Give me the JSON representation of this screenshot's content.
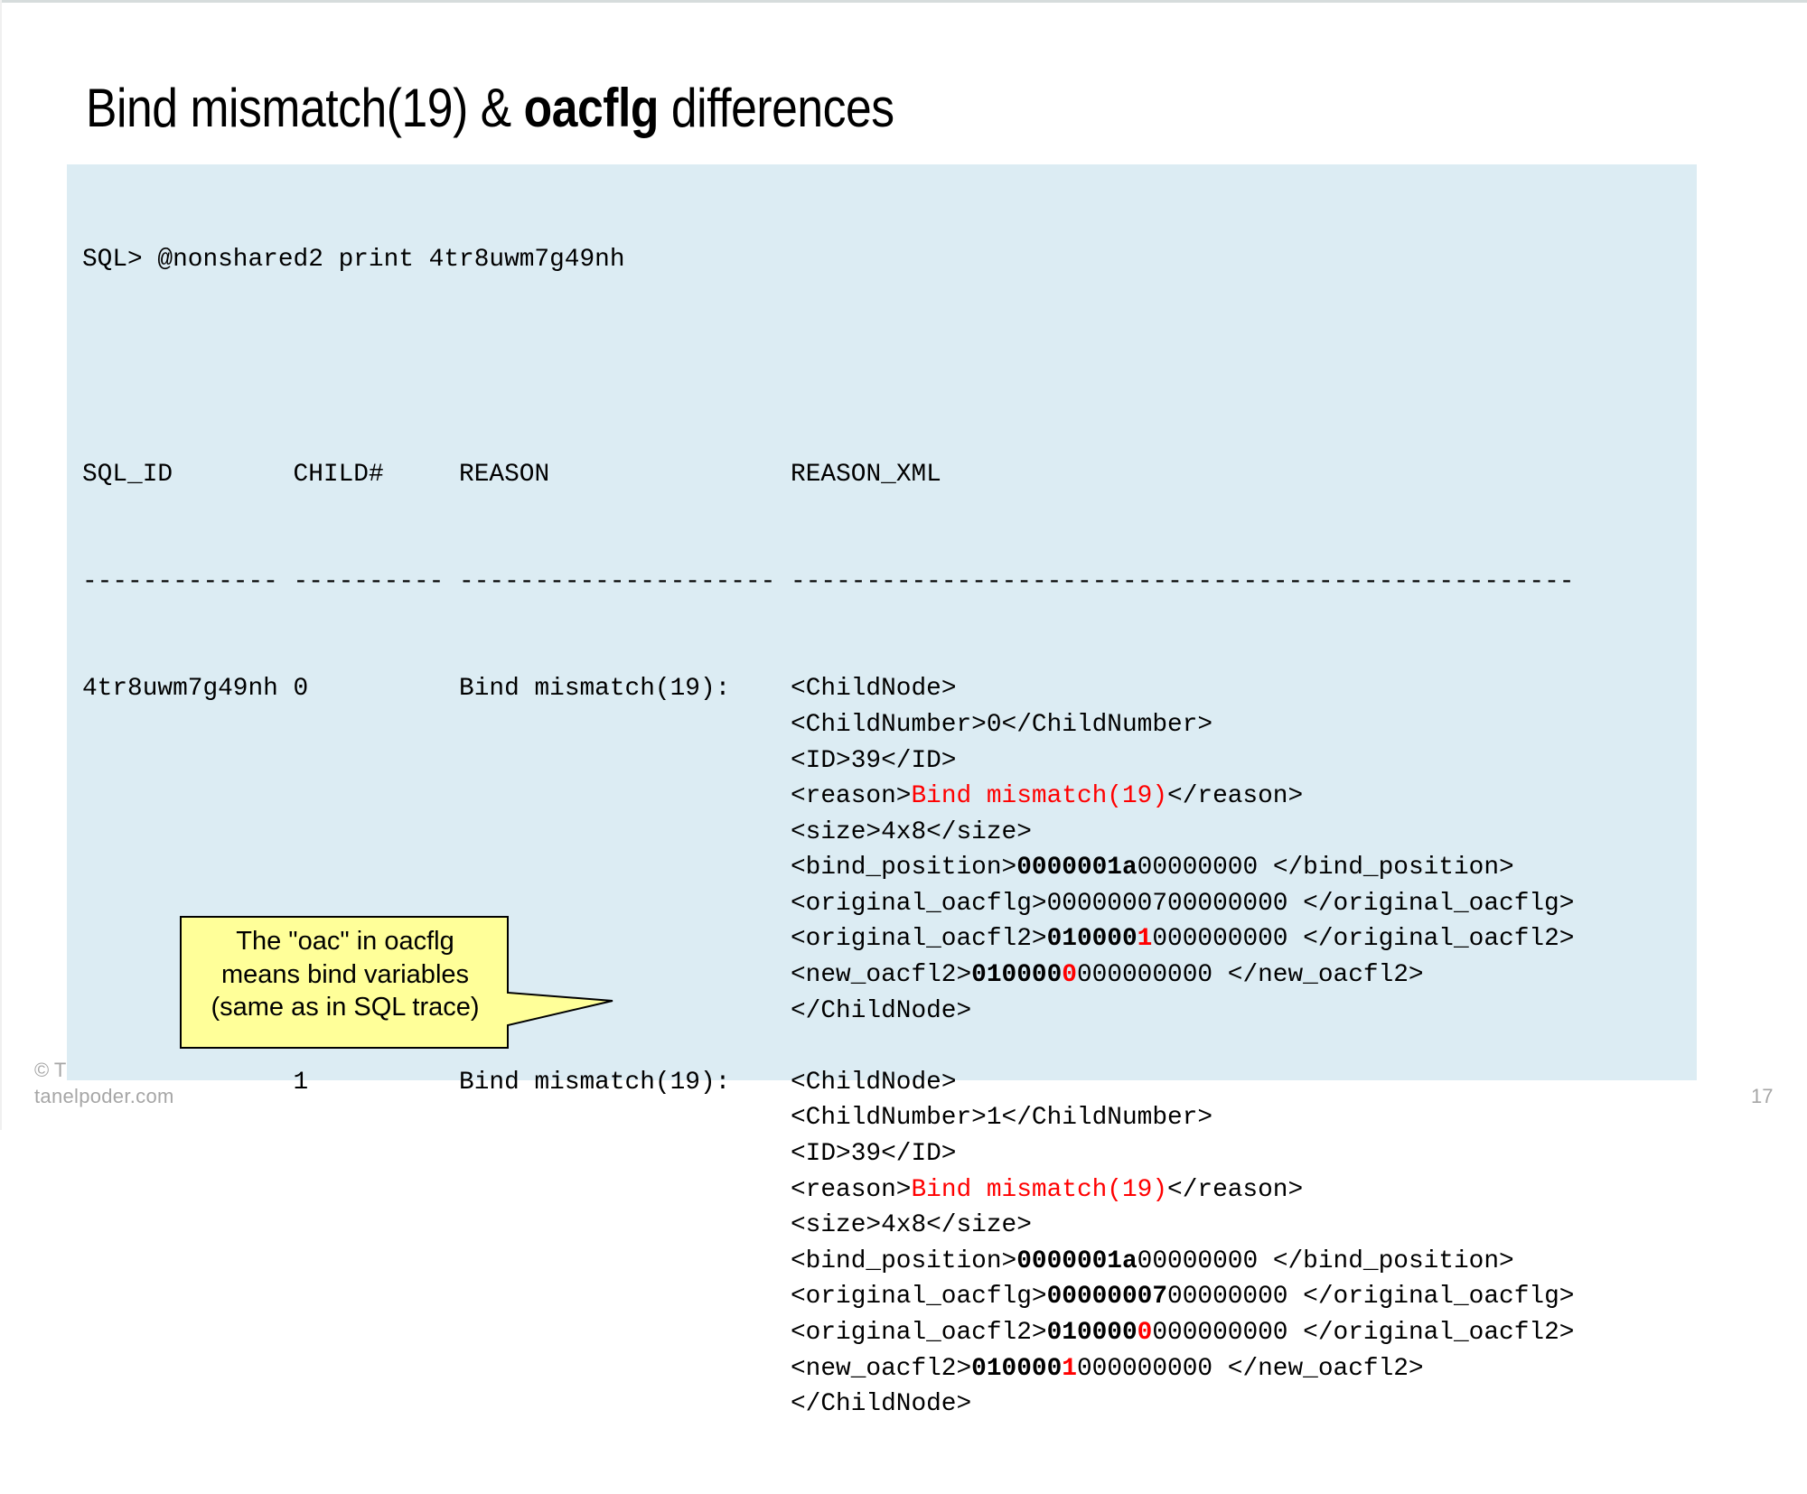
{
  "slide": {
    "title_parts": {
      "prefix": "Bind mismatch(19) & ",
      "bold": "oacflg",
      "suffix": " differences"
    },
    "footer": {
      "copyright": "© T",
      "site": "tanelpoder.com",
      "page_number": "17"
    },
    "callout": {
      "lines": [
        "The \"oac\" in oacflg",
        "means bind variables",
        "(same as in SQL trace)"
      ],
      "fill_color": "#ffff99"
    },
    "colors": {
      "code_background": "#dcecf3",
      "highlight": "#ff0000"
    }
  },
  "code": {
    "prompt_line": "SQL> @nonshared2 print 4tr8uwm7g49nh",
    "header": {
      "sql_id": "SQL_ID",
      "child": "CHILD#",
      "reason": "REASON",
      "reason_xml": "REASON_XML"
    },
    "separator": {
      "sql_id": "-------------",
      "child": "----------",
      "reason": "---------------------",
      "reason_xml": "----------------------------------------------------"
    },
    "rows": [
      {
        "sql_id": "4tr8uwm7g49nh",
        "child": "0",
        "reason": "Bind mismatch(19):",
        "xml": {
          "open": "<ChildNode>",
          "child_number": "<ChildNumber>0</ChildNumber>",
          "id": "<ID>39</ID>",
          "reason_open": "<reason>",
          "reason_value": "Bind mismatch(19)",
          "reason_close": "</reason>",
          "size": "<size>4x8</size>",
          "bind_position": {
            "open": "<bind_position>",
            "bold": "0000001a",
            "rest": "00000000 ",
            "close": "</bind_position>"
          },
          "original_oacflg": {
            "open": "<original_oacflg>",
            "bold": "",
            "rest": "0000000700000000 ",
            "close": "</original_oacflg>"
          },
          "original_oacfl2": {
            "open": "<original_oacfl2>",
            "bold": "010000",
            "diff": "1",
            "rest": "000000000 ",
            "close": "</original_oacfl2>"
          },
          "new_oacfl2": {
            "open": "<new_oacfl2>",
            "bold": "010000",
            "diff": "0",
            "rest": "000000000 ",
            "close": "</new_oacfl2>"
          },
          "close": "</ChildNode>"
        }
      },
      {
        "sql_id": "",
        "child": "1",
        "reason": "Bind mismatch(19):",
        "xml": {
          "open": "<ChildNode>",
          "child_number": "<ChildNumber>1</ChildNumber>",
          "id": "<ID>39</ID>",
          "reason_open": "<reason>",
          "reason_value": "Bind mismatch(19)",
          "reason_close": "</reason>",
          "size": "<size>4x8</size>",
          "bind_position": {
            "open": "<bind_position>",
            "bold": "0000001a",
            "rest": "00000000 ",
            "close": "</bind_position>"
          },
          "original_oacflg": {
            "open": "<original_oacflg>",
            "bold": "00000007",
            "rest": "00000000 ",
            "close": "</original_oacflg>"
          },
          "original_oacfl2": {
            "open": "<original_oacfl2>",
            "bold": "010000",
            "diff": "0",
            "rest": "000000000 ",
            "close": "</original_oacfl2>"
          },
          "new_oacfl2": {
            "open": "<new_oacfl2>",
            "bold": "010000",
            "diff": "1",
            "rest": "000000000 ",
            "close": "</new_oacfl2>"
          },
          "close": "</ChildNode>"
        }
      }
    ]
  }
}
